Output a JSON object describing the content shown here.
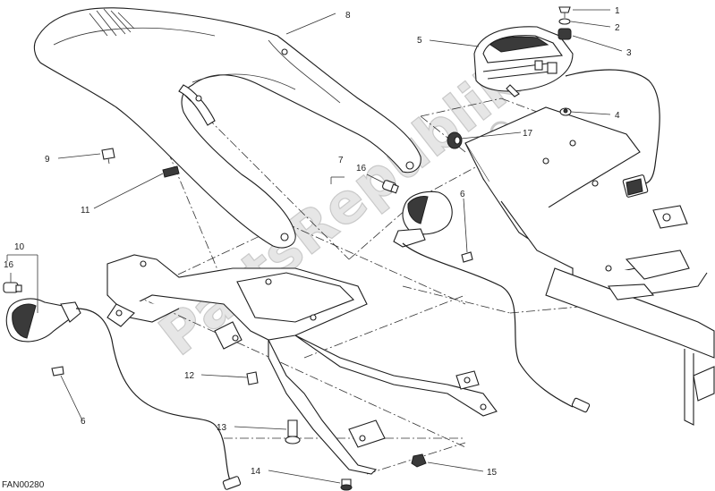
{
  "diagram": {
    "code": "FAN00280",
    "watermark": "PartsRepublik",
    "callouts": [
      "1",
      "2",
      "3",
      "4",
      "5",
      "6",
      "6",
      "7",
      "8",
      "9",
      "10",
      "11",
      "12",
      "13",
      "14",
      "15",
      "16",
      "16",
      "17"
    ]
  }
}
